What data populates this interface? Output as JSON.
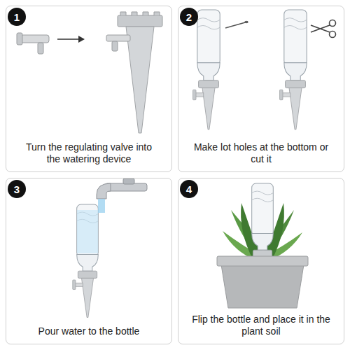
{
  "diagram": {
    "nodes": [
      {
        "text": [
          "Turn the regulating valve into the watering device"
        ]
      },
      {
        "text": [
          "1"
        ],
        "in": 0
      },
      {
        "text": [
          "Make lot holes at the bottom or cut it"
        ]
      },
      {
        "text": [
          "2"
        ],
        "in": 2
      },
      {
        "text": [
          "Pour water to the bottle"
        ]
      },
      {
        "text": [
          "3"
        ],
        "in": 4
      },
      {
        "text": [
          "Flip the bottle and place it in the plant soil"
        ]
      },
      {
        "text": [
          "4"
        ],
        "in": 6
      }
    ]
  }
}
